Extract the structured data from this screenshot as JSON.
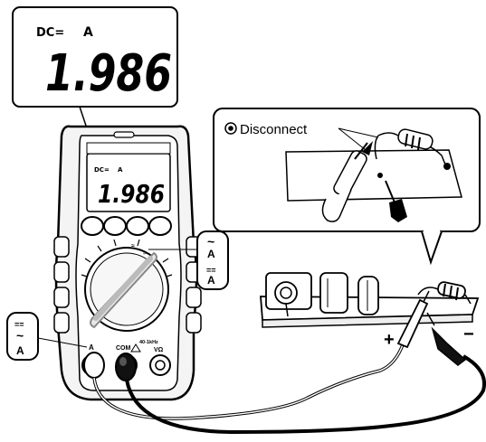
{
  "lcd_zoom": {
    "mode": "DC=",
    "unit": "A",
    "reading": "1.986"
  },
  "lcd_small": {
    "mode": "DC=",
    "unit": "A",
    "reading": "1.986"
  },
  "callout_ac_a": {
    "line1": "~",
    "line2": "A"
  },
  "callout_dc_a": {
    "line1": "==",
    "line2": "A"
  },
  "left_callout": {
    "line1": "==",
    "line2": "~",
    "line3": "A"
  },
  "jacks": {
    "a_label": "A",
    "com_label": "COM",
    "hz_label": "40-1kHz",
    "v_label": "VΩ"
  },
  "inset": {
    "label": "Disconnect"
  },
  "polarity": {
    "plus": "+",
    "minus": "−"
  },
  "colors": {
    "line": "#000000",
    "fill": "#ffffff",
    "body_gray": "#f2f2f2"
  }
}
